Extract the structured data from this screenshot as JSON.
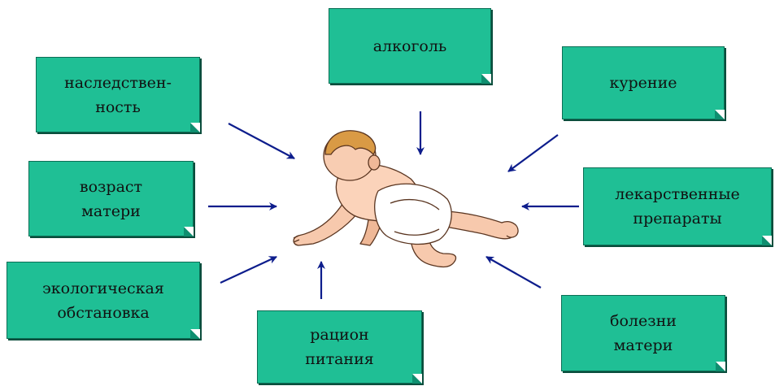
{
  "factors": {
    "alcohol": "алкоголь",
    "heredity": "наследствен-\nность",
    "smoking": "курение",
    "mother_age": "возраст\nматери",
    "medications": "лекарственные\nпрепараты",
    "ecology": "экологическая\nобстановка",
    "diet": "рацион\nпитания",
    "mother_diseases": "болезни\nматери"
  },
  "colors": {
    "box": "#1fbf95",
    "arrow": "#0d1d8c"
  },
  "icons": {
    "center": "crawling-baby-icon"
  }
}
